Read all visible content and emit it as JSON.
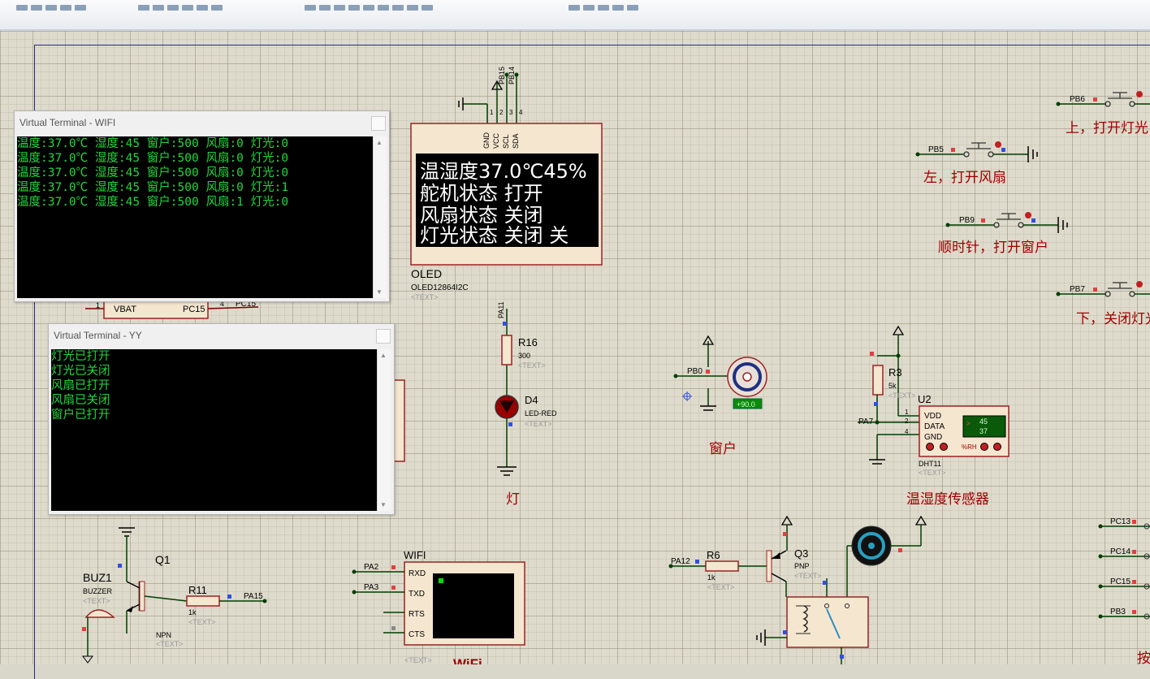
{
  "terminals": [
    {
      "title": "Virtual Terminal - WIFI",
      "lines": [
        "温度:37.0℃ 湿度:45 窗户:500 风扇:0 灯光:0",
        "温度:37.0℃ 湿度:45 窗户:500 风扇:0 灯光:0",
        "温度:37.0℃ 湿度:45 窗户:500 风扇:0 灯光:0",
        "温度:37.0℃ 湿度:45 窗户:500 风扇:0 灯光:1",
        "温度:37.0℃ 湿度:45 窗户:500 风扇:1 灯光:0"
      ]
    },
    {
      "title": "Virtual Terminal - YY",
      "lines": [
        "灯光已打开",
        "灯光已关闭",
        "风扇已打开",
        "风扇已关闭",
        "窗户已打开"
      ]
    }
  ],
  "oled": {
    "display_lines": [
      "温湿度37.0℃45%",
      "舵机状态 打开",
      "风扇状态 关闭",
      "灯光状态 关闭 关"
    ],
    "pins": [
      "GND",
      "VCC",
      "SCL",
      "SDA"
    ],
    "pin_numbers": [
      "1",
      "2",
      "3",
      "4"
    ],
    "top_nets": [
      "PB15",
      "PB14"
    ],
    "ref": "OLED",
    "part": "OLED12864I2C",
    "text": "<TEXT>"
  },
  "rtc_fragment": {
    "pin1": "1",
    "vbat": "VBAT",
    "pc15": "PC15",
    "pin4": "4",
    "net": "PC15"
  },
  "led": {
    "net": "PA11",
    "res_ref": "R16",
    "res_val": "300",
    "text": "<TEXT>",
    "ref": "D4",
    "part": "LED-RED",
    "label": "灯"
  },
  "motor": {
    "net": "PB0",
    "readout": "+90.0",
    "label": "窗户"
  },
  "dht": {
    "res_ref": "R3",
    "res_val": "5k",
    "text": "<TEXT>",
    "ref": "U2",
    "net": "PA7",
    "pins": [
      "VDD",
      "DATA",
      "GND"
    ],
    "pin_numbers": [
      "1",
      "2",
      "4"
    ],
    "lcd_arrow": ">",
    "hum": "45",
    "temp": "37",
    "rh": "%RH",
    "part": "DHT11",
    "label": "温湿度传感器"
  },
  "buttons": [
    {
      "net": "PB6",
      "label": "上，打开灯光"
    },
    {
      "net": "PB5",
      "label": "左，打开风扇"
    },
    {
      "net": "PB9",
      "label": "顺时针，打开窗户"
    },
    {
      "net": "PB7",
      "label": "下，关闭灯光"
    }
  ],
  "right_nets": [
    "PC13",
    "PC14",
    "PC15",
    "PB3"
  ],
  "buzzer": {
    "ref": "BUZ1",
    "part": "BUZZER",
    "text": "<TEXT>",
    "q_ref": "Q1",
    "q_type": "NPN",
    "q_text": "<TEXT>",
    "res_ref": "R11",
    "res_val": "1k",
    "res_text": "<TEXT>",
    "net": "PA15"
  },
  "wifi": {
    "ref": "WIFI",
    "pins": [
      "RXD",
      "TXD",
      "RTS",
      "CTS"
    ],
    "nets": [
      "PA2",
      "PA3"
    ],
    "text": "<TEXT>",
    "label": "WiFi"
  },
  "fan_driver": {
    "net": "PA12",
    "res_ref": "R6",
    "res_val": "1k",
    "res_text": "<TEXT>",
    "q_ref": "Q3",
    "q_type": "PNP",
    "q_text": "<TEXT>"
  },
  "partial_label": "按",
  "colors": {
    "wire": "#7a0000",
    "wire2": "#003f00",
    "part_fill": "#f5e6d0",
    "part_border": "#9c2222",
    "label_red": "#a00000",
    "term_green": "#22d83c",
    "pin_red": "#e04040",
    "pin_blue": "#3050e0"
  }
}
